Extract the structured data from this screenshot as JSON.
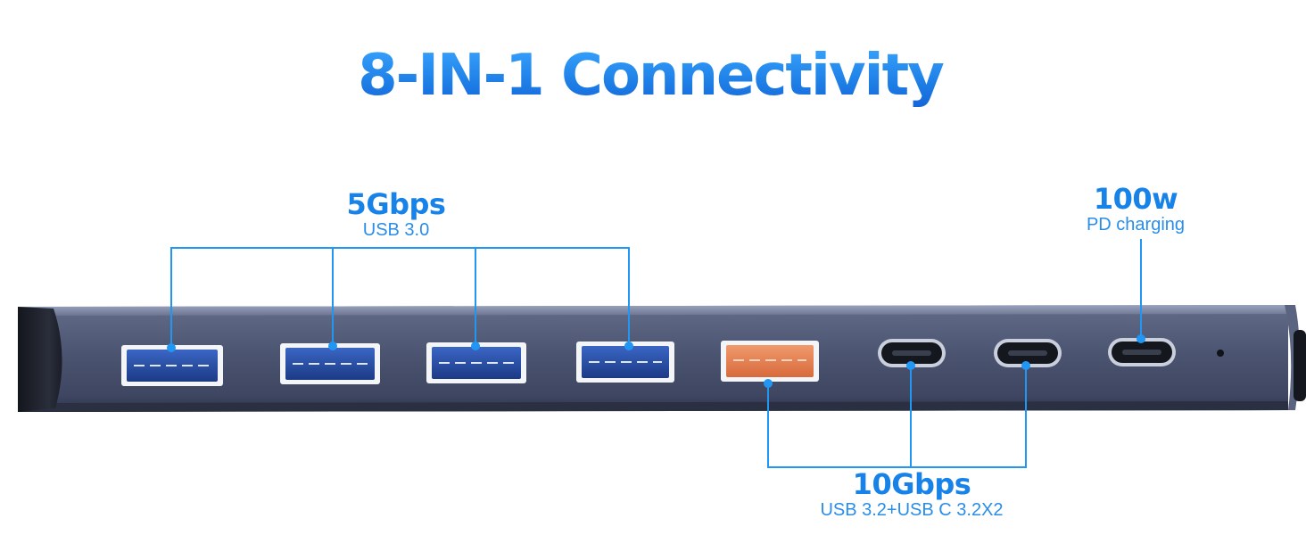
{
  "headline": "8-IN-1 Connectivity",
  "labels": {
    "usb30": {
      "speed": "5Gbps",
      "spec": "USB 3.0"
    },
    "pd": {
      "power": "100w",
      "desc": "PD charging"
    },
    "usb32": {
      "speed": "10Gbps",
      "spec": "USB 3.2+USB C 3.2X2"
    }
  },
  "colors": {
    "accent": "#1a8cf0",
    "callout_line": "#2196f3",
    "hub_body": "#4a5470",
    "usb_a_port": "#2a4c9e",
    "fast_charge_port": "#e8855a",
    "usb_c_port": "#1a1d26"
  },
  "ports": [
    {
      "type": "USB-A",
      "icon": "usb-a-port-icon"
    },
    {
      "type": "USB-A",
      "icon": "usb-a-port-icon"
    },
    {
      "type": "USB-A",
      "icon": "usb-a-port-icon"
    },
    {
      "type": "USB-A",
      "icon": "usb-a-port-icon"
    },
    {
      "type": "USB-A fast",
      "icon": "usb-a-port-icon"
    },
    {
      "type": "USB-C",
      "icon": "usb-c-port-icon"
    },
    {
      "type": "USB-C",
      "icon": "usb-c-port-icon"
    },
    {
      "type": "USB-C PD",
      "icon": "usb-c-port-icon"
    }
  ]
}
